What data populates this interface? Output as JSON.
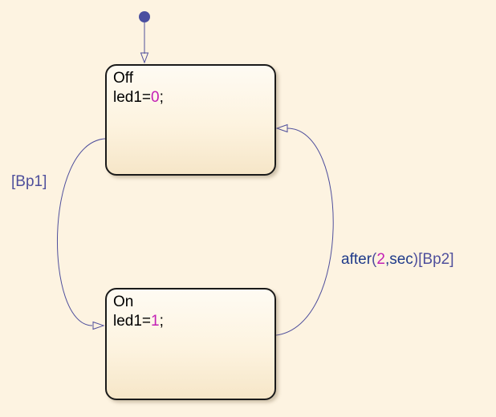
{
  "states": {
    "off": {
      "name": "Off",
      "action_var": "led1=",
      "action_value": "0",
      "action_end": ";"
    },
    "on": {
      "name": "On",
      "action_var": "led1=",
      "action_value": "1",
      "action_end": ";"
    }
  },
  "transitions": {
    "off_to_on": {
      "condition": "[Bp1]"
    },
    "on_to_off": {
      "func": "after",
      "open_paren": "(",
      "value": "2",
      "comma": ",",
      "unit": "sec",
      "close_paren": ")",
      "condition": "[Bp2]"
    }
  },
  "colors": {
    "background": "#fdf3e1",
    "transition_line": "#4f4f9c",
    "default_dot": "#4a4fa0",
    "number_literal": "#c31fb5"
  }
}
